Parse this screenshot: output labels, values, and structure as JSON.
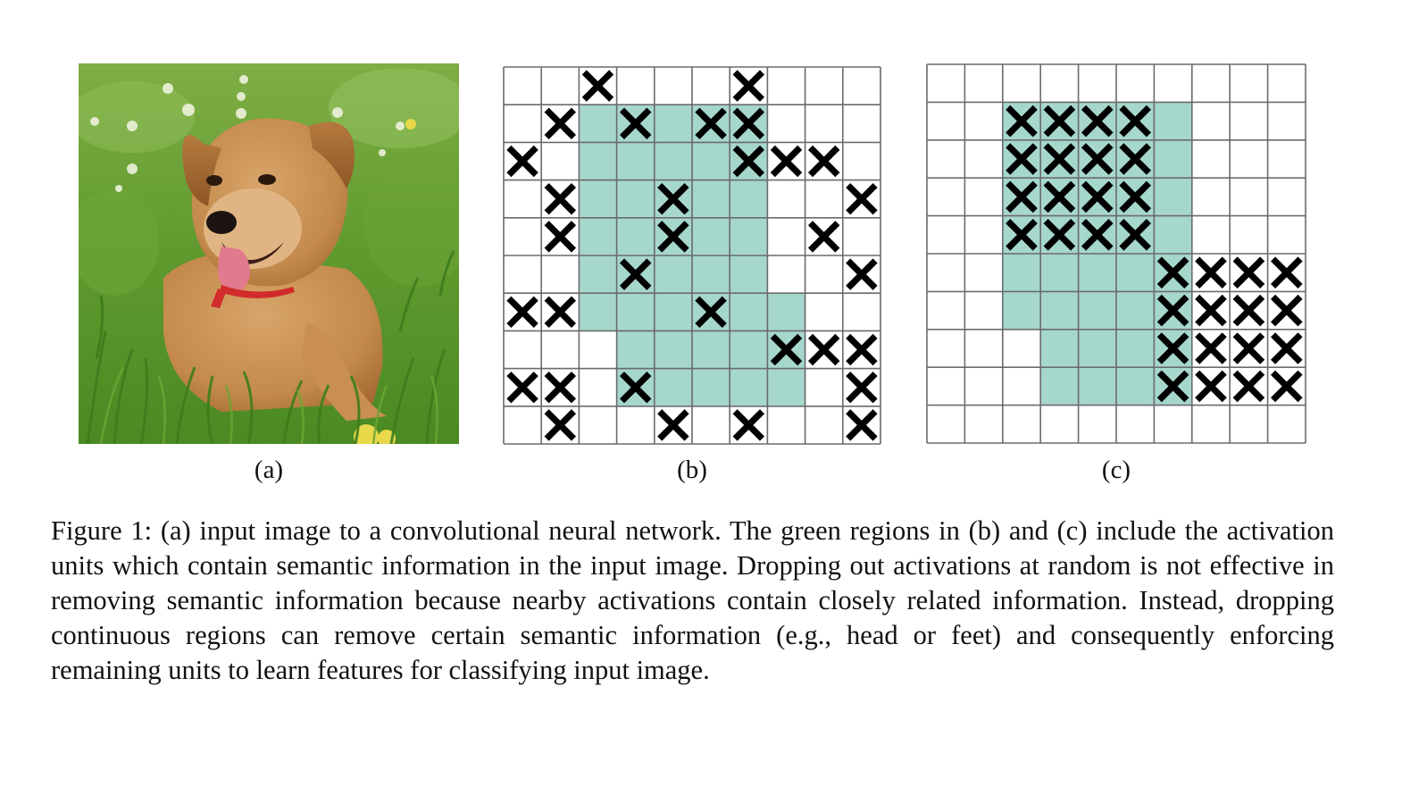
{
  "figure": {
    "panels": [
      {
        "id": "a",
        "label": "(a)",
        "content": "photo of a puppy lying in grass (input image)"
      },
      {
        "id": "b",
        "label": "(b)",
        "grid_size": 10,
        "colors": {
          "active": "#a6d7cc",
          "line": "#6b6b6b",
          "mark": "#000000",
          "background": "#ffffff"
        },
        "green_cells": [
          [
            1,
            2
          ],
          [
            1,
            3
          ],
          [
            1,
            4
          ],
          [
            1,
            5
          ],
          [
            1,
            6
          ],
          [
            2,
            2
          ],
          [
            2,
            3
          ],
          [
            2,
            4
          ],
          [
            2,
            5
          ],
          [
            2,
            6
          ],
          [
            3,
            2
          ],
          [
            3,
            3
          ],
          [
            3,
            4
          ],
          [
            3,
            5
          ],
          [
            3,
            6
          ],
          [
            4,
            2
          ],
          [
            4,
            3
          ],
          [
            4,
            4
          ],
          [
            4,
            5
          ],
          [
            4,
            6
          ],
          [
            5,
            2
          ],
          [
            5,
            3
          ],
          [
            5,
            4
          ],
          [
            5,
            5
          ],
          [
            5,
            6
          ],
          [
            6,
            2
          ],
          [
            6,
            3
          ],
          [
            6,
            4
          ],
          [
            6,
            5
          ],
          [
            6,
            6
          ],
          [
            6,
            7
          ],
          [
            7,
            3
          ],
          [
            7,
            4
          ],
          [
            7,
            5
          ],
          [
            7,
            6
          ],
          [
            7,
            7
          ],
          [
            8,
            3
          ],
          [
            8,
            4
          ],
          [
            8,
            5
          ],
          [
            8,
            6
          ],
          [
            8,
            7
          ]
        ],
        "x_cells": [
          [
            0,
            2
          ],
          [
            0,
            6
          ],
          [
            1,
            1
          ],
          [
            1,
            3
          ],
          [
            1,
            5
          ],
          [
            1,
            6
          ],
          [
            2,
            0
          ],
          [
            2,
            6
          ],
          [
            2,
            7
          ],
          [
            2,
            8
          ],
          [
            3,
            1
          ],
          [
            3,
            4
          ],
          [
            3,
            9
          ],
          [
            4,
            1
          ],
          [
            4,
            4
          ],
          [
            4,
            8
          ],
          [
            5,
            3
          ],
          [
            5,
            9
          ],
          [
            6,
            0
          ],
          [
            6,
            1
          ],
          [
            6,
            5
          ],
          [
            7,
            7
          ],
          [
            7,
            8
          ],
          [
            7,
            9
          ],
          [
            8,
            0
          ],
          [
            8,
            1
          ],
          [
            8,
            3
          ],
          [
            8,
            9
          ],
          [
            9,
            1
          ],
          [
            9,
            4
          ],
          [
            9,
            6
          ],
          [
            9,
            9
          ]
        ]
      },
      {
        "id": "c",
        "label": "(c)",
        "grid_size": 10,
        "colors": {
          "active": "#a6d7cc",
          "line": "#6b6b6b",
          "mark": "#000000",
          "background": "#ffffff"
        },
        "green_cells": [
          [
            1,
            2
          ],
          [
            1,
            3
          ],
          [
            1,
            4
          ],
          [
            1,
            5
          ],
          [
            1,
            6
          ],
          [
            2,
            2
          ],
          [
            2,
            3
          ],
          [
            2,
            4
          ],
          [
            2,
            5
          ],
          [
            2,
            6
          ],
          [
            3,
            2
          ],
          [
            3,
            3
          ],
          [
            3,
            4
          ],
          [
            3,
            5
          ],
          [
            3,
            6
          ],
          [
            4,
            2
          ],
          [
            4,
            3
          ],
          [
            4,
            4
          ],
          [
            4,
            5
          ],
          [
            4,
            6
          ],
          [
            5,
            2
          ],
          [
            5,
            3
          ],
          [
            5,
            4
          ],
          [
            5,
            5
          ],
          [
            5,
            6
          ],
          [
            6,
            2
          ],
          [
            6,
            3
          ],
          [
            6,
            4
          ],
          [
            6,
            5
          ],
          [
            6,
            6
          ],
          [
            7,
            3
          ],
          [
            7,
            4
          ],
          [
            7,
            5
          ],
          [
            7,
            6
          ],
          [
            8,
            3
          ],
          [
            8,
            4
          ],
          [
            8,
            5
          ],
          [
            8,
            6
          ]
        ],
        "x_cells": [
          [
            1,
            2
          ],
          [
            1,
            3
          ],
          [
            1,
            4
          ],
          [
            1,
            5
          ],
          [
            2,
            2
          ],
          [
            2,
            3
          ],
          [
            2,
            4
          ],
          [
            2,
            5
          ],
          [
            3,
            2
          ],
          [
            3,
            3
          ],
          [
            3,
            4
          ],
          [
            3,
            5
          ],
          [
            4,
            2
          ],
          [
            4,
            3
          ],
          [
            4,
            4
          ],
          [
            4,
            5
          ],
          [
            5,
            6
          ],
          [
            5,
            7
          ],
          [
            5,
            8
          ],
          [
            5,
            9
          ],
          [
            6,
            6
          ],
          [
            6,
            7
          ],
          [
            6,
            8
          ],
          [
            6,
            9
          ],
          [
            7,
            6
          ],
          [
            7,
            7
          ],
          [
            7,
            8
          ],
          [
            7,
            9
          ],
          [
            8,
            6
          ],
          [
            8,
            7
          ],
          [
            8,
            8
          ],
          [
            8,
            9
          ]
        ]
      }
    ],
    "caption": "Figure 1: (a) input image to a convolutional neural network. The green regions in (b) and (c) include the activation units which contain semantic information in the input image. Dropping out activations at random is not effective in removing semantic information because nearby activations contain closely related information.  Instead, dropping continuous regions can remove certain semantic information (e.g., head or feet) and consequently enforcing remaining units to learn features for classifying input image."
  }
}
